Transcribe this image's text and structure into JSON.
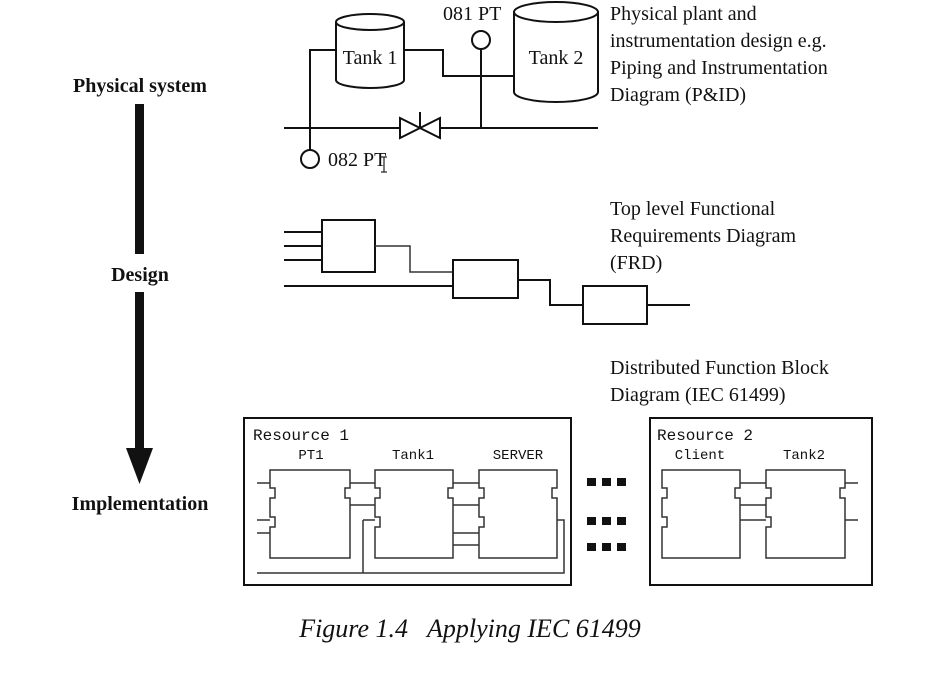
{
  "stages": {
    "physical": "Physical system",
    "design": "Design",
    "implementation": "Implementation"
  },
  "physical_diagram": {
    "tank1": "Tank 1",
    "tank2": "Tank 2",
    "sensor_top": "081 PT",
    "sensor_bottom": "082 PT",
    "description": [
      "Physical plant and",
      "instrumentation design e.g.",
      "Piping and Instrumentation",
      "Diagram (P&ID)"
    ]
  },
  "frd": {
    "description": [
      "Top level Functional",
      "Requirements Diagram",
      "(FRD)"
    ]
  },
  "fbd": {
    "description": [
      "Distributed Function Block",
      "Diagram (IEC 61499)"
    ],
    "resource1": {
      "title": "Resource 1",
      "blocks": [
        "PT1",
        "Tank1",
        "SERVER"
      ]
    },
    "resource2": {
      "title": "Resource 2",
      "blocks": [
        "Client",
        "Tank2"
      ]
    }
  },
  "caption": "Figure 1.4   Applying IEC 61499"
}
